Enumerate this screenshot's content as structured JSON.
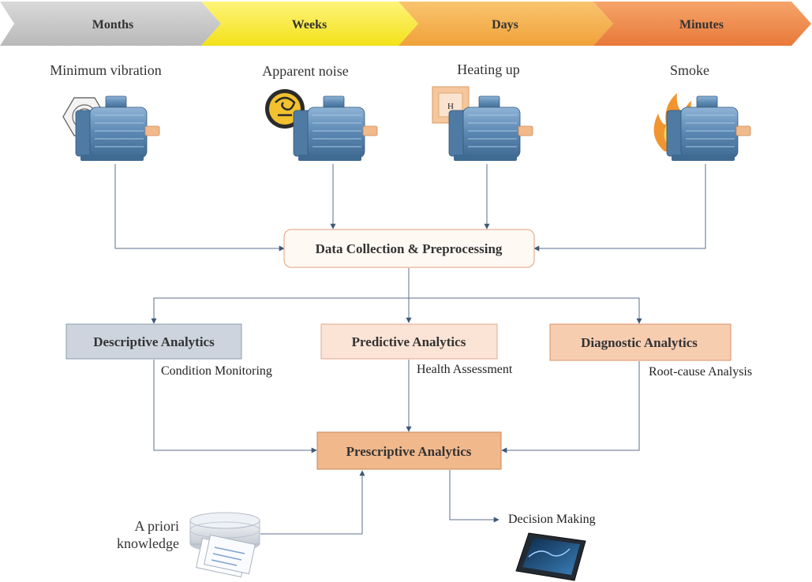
{
  "stages": [
    {
      "label": "Months",
      "color": "#c8c8c8"
    },
    {
      "label": "Weeks",
      "color": "#fff04a"
    },
    {
      "label": "Days",
      "color": "#f7b04a"
    },
    {
      "label": "Minutes",
      "color": "#f08a45"
    }
  ],
  "symptoms": [
    {
      "label": "Minimum vibration",
      "icon": "vibration-icon"
    },
    {
      "label": "Apparent noise",
      "icon": "noise-icon"
    },
    {
      "label": "Heating up",
      "icon": "heat-icon",
      "badge": "H"
    },
    {
      "label": "Smoke",
      "icon": "flame-icon"
    }
  ],
  "collection": {
    "label": "Data Collection & Preprocessing"
  },
  "analytics": {
    "descriptive": {
      "label": "Descriptive Analytics",
      "sub": "Condition Monitoring",
      "color": "#cdd4dd"
    },
    "predictive": {
      "label": "Predictive Analytics",
      "sub": "Health Assessment",
      "color": "#fbe3d6"
    },
    "diagnostic": {
      "label": "Diagnostic Analytics",
      "sub": "Root-cause Analysis",
      "color": "#f7cdb0"
    },
    "prescriptive": {
      "label": "Prescriptive Analytics",
      "color": "#f1b88c"
    }
  },
  "inputs": {
    "knowledge_line1": "A priori",
    "knowledge_line2": "knowledge",
    "decision": "Decision Making"
  }
}
